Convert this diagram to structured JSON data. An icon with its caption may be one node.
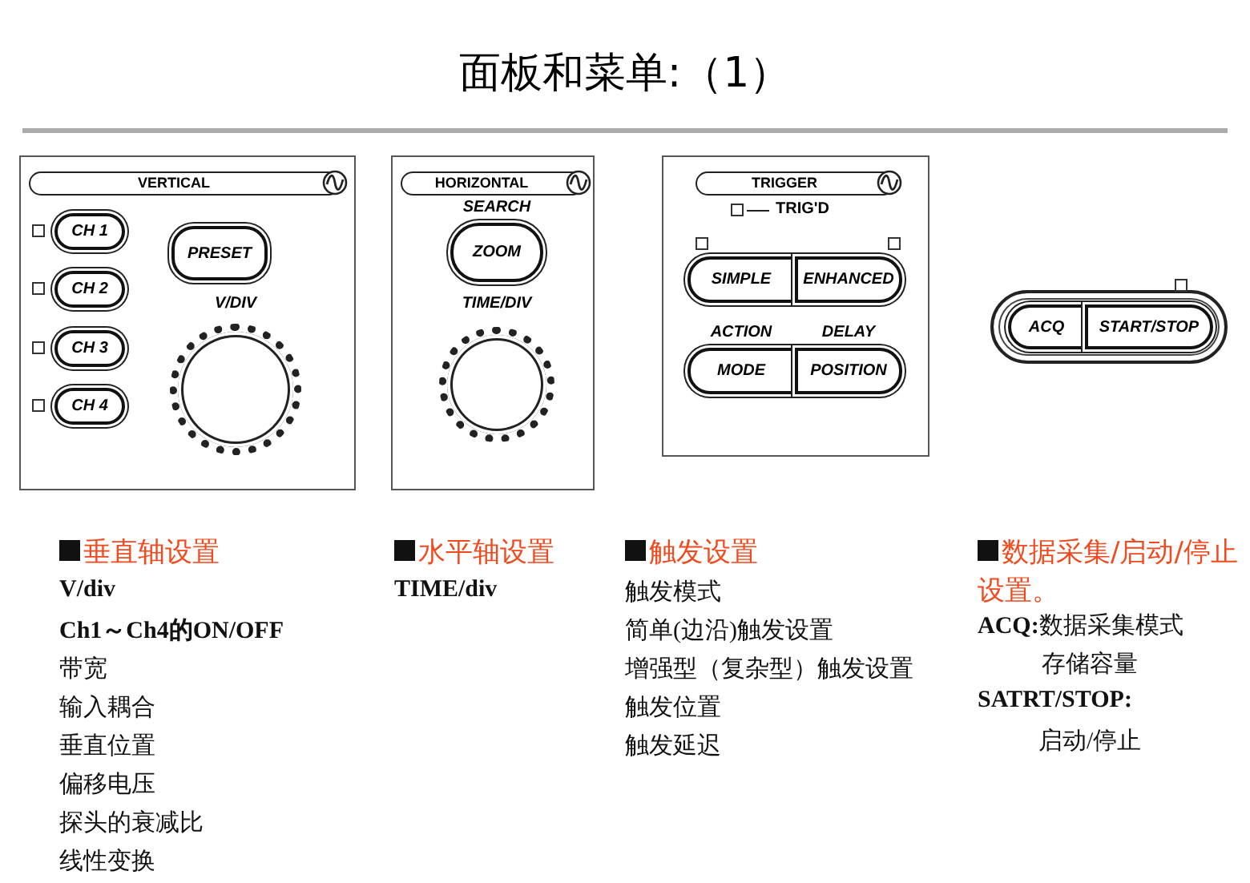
{
  "diagram": {
    "title": "面板和菜单:（1）",
    "nodes": [
      {
        "text": [
          "VERTICAL"
        ]
      },
      {
        "text": [
          "CH 1"
        ],
        "in": 0
      },
      {
        "text": [
          "CH 2"
        ],
        "in": 0
      },
      {
        "text": [
          "CH 3"
        ],
        "in": 0
      },
      {
        "text": [
          "CH 4"
        ],
        "in": 0
      },
      {
        "text": [
          "PRESET"
        ],
        "in": 0
      },
      {
        "text": [
          "V/DIV"
        ],
        "in": 0
      },
      {
        "text": [
          "HORIZONTAL"
        ]
      },
      {
        "text": [
          "SEARCH",
          "ZOOM"
        ],
        "in": 7
      },
      {
        "text": [
          "TIME/DIV"
        ],
        "in": 7
      },
      {
        "text": [
          "TRIGGER",
          "TRIG'D"
        ]
      },
      {
        "text": [
          "SIMPLE"
        ],
        "in": 10
      },
      {
        "text": [
          "ENHANCED"
        ],
        "in": 10
      },
      {
        "text": [
          "ACTION",
          "MODE"
        ],
        "in": 10
      },
      {
        "text": [
          "DELAY",
          "POSITION"
        ],
        "in": 10
      },
      {
        "text": [
          "ACQ"
        ]
      },
      {
        "text": [
          "START/STOP"
        ]
      }
    ],
    "labels": [
      "垂直轴设置",
      "V/div",
      "Ch1～Ch4的ON/OFF",
      "带宽",
      "输入耦合",
      "垂直位置",
      "偏移电压",
      "探头的衰减比",
      "线性变换",
      "水平轴设置",
      "TIME/div",
      "触发设置",
      "触发模式",
      "简单(边沿)触发设置",
      "增强型（复杂型）触发设置",
      "触发位置",
      "触发延迟",
      "数据采集/启动/停止设置。",
      "**ACQ:**数据采集模式",
      "存储容量",
      "SATRT/STOP:",
      "启动/停止"
    ]
  }
}
